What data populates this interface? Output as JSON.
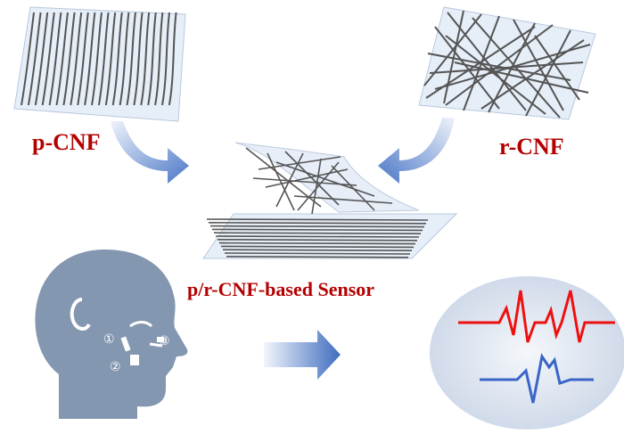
{
  "labels": {
    "p_cnf": "p-CNF",
    "r_cnf": "r-CNF",
    "sensor": "p/r-CNF-based Sensor"
  },
  "positions": {
    "one": "①",
    "two": "②",
    "three": "③"
  },
  "colors": {
    "label": "#b40000",
    "sheet_fill": "#e6eef8",
    "fiber": "#555555",
    "arrow_light": "#dfe8f5",
    "arrow_dark": "#4a76c6",
    "head": "#8497b0",
    "signal_red": "#ee1111",
    "signal_blue": "#3a64c8",
    "bubble": "#d2dbea"
  }
}
